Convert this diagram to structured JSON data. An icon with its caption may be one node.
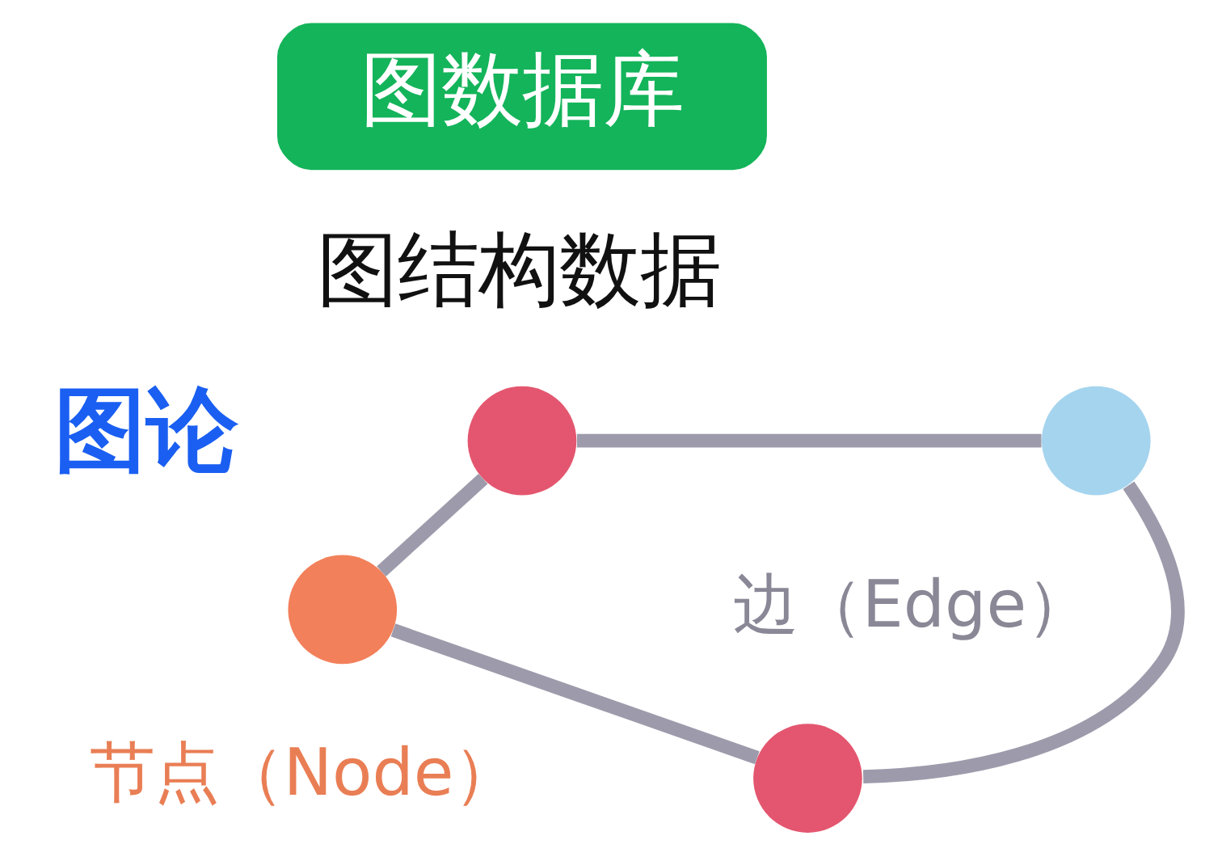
{
  "diagram": {
    "nodes": [
      {
        "text": [
          "图数据库"
        ]
      },
      {
        "text": [],
        "shape": "circle"
      },
      {
        "text": [],
        "shape": "circle"
      },
      {
        "text": [],
        "shape": "circle"
      },
      {
        "text": [],
        "shape": "circle"
      }
    ],
    "edges": [
      {
        "from": 1,
        "to": 2,
        "arrow": "none"
      },
      {
        "from": 1,
        "to": 3,
        "arrow": "none"
      },
      {
        "from": 3,
        "to": 4,
        "arrow": "none"
      },
      {
        "from": 2,
        "to": 4,
        "arrow": "none"
      }
    ],
    "labels": [
      "图结构数据",
      "图论",
      "边（Edge）",
      "节点（Node）"
    ]
  }
}
